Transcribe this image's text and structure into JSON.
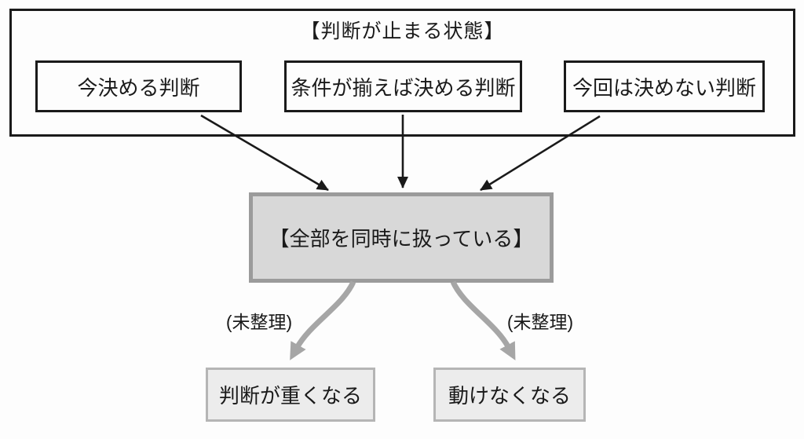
{
  "diagram": {
    "title": "【判断が止まる状態】",
    "top_boxes": [
      {
        "label": "今決める判断"
      },
      {
        "label": "条件が揃えば決める判断"
      },
      {
        "label": "今回は決めない判断"
      }
    ],
    "central_box": {
      "label": "【全部を同時に扱っている】"
    },
    "branch_labels": [
      {
        "label": "(未整理)"
      },
      {
        "label": "(未整理)"
      }
    ],
    "outcome_boxes": [
      {
        "label": "判断が重くなる"
      },
      {
        "label": "動けなくなる"
      }
    ]
  },
  "colors": {
    "ink": "#1a1a1a",
    "background": "#fdfdfd",
    "central_fill": "#d8d8d8",
    "central_border": "#9b9b9b",
    "outcome_fill": "#ececec",
    "outcome_border": "#b5b5b5",
    "arrow_gray": "#a6a6a6"
  }
}
